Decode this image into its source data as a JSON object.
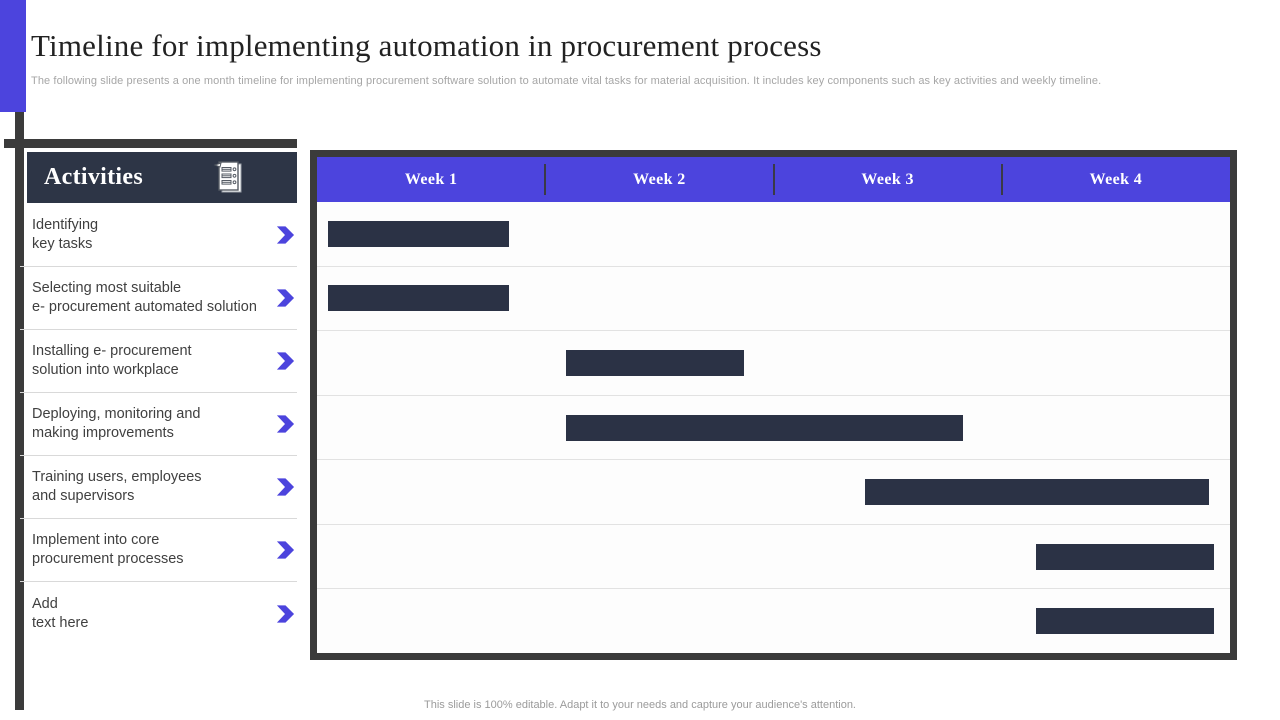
{
  "slide": {
    "header": {
      "title": "Timeline for implementing automation in procurement process",
      "subtitle": "The following slide presents a one month timeline for implementing procurement software solution to automate vital tasks for material acquisition. It includes key components such as key activities and weekly timeline."
    },
    "activities_panel": {
      "title": "Activities",
      "header_icon": "checklist-document-icon",
      "item_icon": "chevron-right-icon",
      "items": [
        {
          "line1": "Identifying",
          "line2": "key tasks"
        },
        {
          "line1": "Selecting most suitable",
          "line2": "e- procurement automated solution"
        },
        {
          "line1": "Installing e- procurement",
          "line2": "solution into workplace"
        },
        {
          "line1": "Deploying, monitoring and",
          "line2": "making improvements"
        },
        {
          "line1": "Training users, employees",
          "line2": "and supervisors"
        },
        {
          "line1": "Implement into core",
          "line2": "procurement processes"
        },
        {
          "line1": "Add",
          "line2": "text here"
        }
      ]
    },
    "footer": {
      "note": "This slide is 100% editable. Adapt it to your needs and capture your audience's attention."
    },
    "colors": {
      "accent_purple": "#4C44DD",
      "header_navy": "#2D3546",
      "bar_navy": "#2B3245",
      "frame_dark": "#3B3B3B",
      "row_divider": "#E2E2E2",
      "subtitle_gray": "#A6A6A6",
      "text_dark": "#404040"
    }
  },
  "chart_data": {
    "type": "bar",
    "variant": "gantt-timeline",
    "title": "Timeline for implementing automation in procurement process",
    "x_axis": {
      "unit": "weeks",
      "labels": [
        "Week 1",
        "Week 2",
        "Week 3",
        "Week 4"
      ],
      "range": [
        0,
        4
      ]
    },
    "grid": "horizontal-row-dividers",
    "legend": "none",
    "tasks": [
      {
        "name": "Identifying key tasks",
        "start_week": 0.05,
        "end_week": 0.84
      },
      {
        "name": "Selecting most suitable e- procurement automated solution",
        "start_week": 0.05,
        "end_week": 0.84
      },
      {
        "name": "Installing e- procurement solution into workplace",
        "start_week": 1.09,
        "end_week": 1.87
      },
      {
        "name": "Deploying, monitoring and making improvements",
        "start_week": 1.09,
        "end_week": 2.83
      },
      {
        "name": "Training users, employees and supervisors",
        "start_week": 2.4,
        "end_week": 3.91
      },
      {
        "name": "Implement into core procurement processes",
        "start_week": 3.15,
        "end_week": 3.93
      },
      {
        "name": "Add text here",
        "start_week": 3.15,
        "end_week": 3.93
      }
    ]
  }
}
